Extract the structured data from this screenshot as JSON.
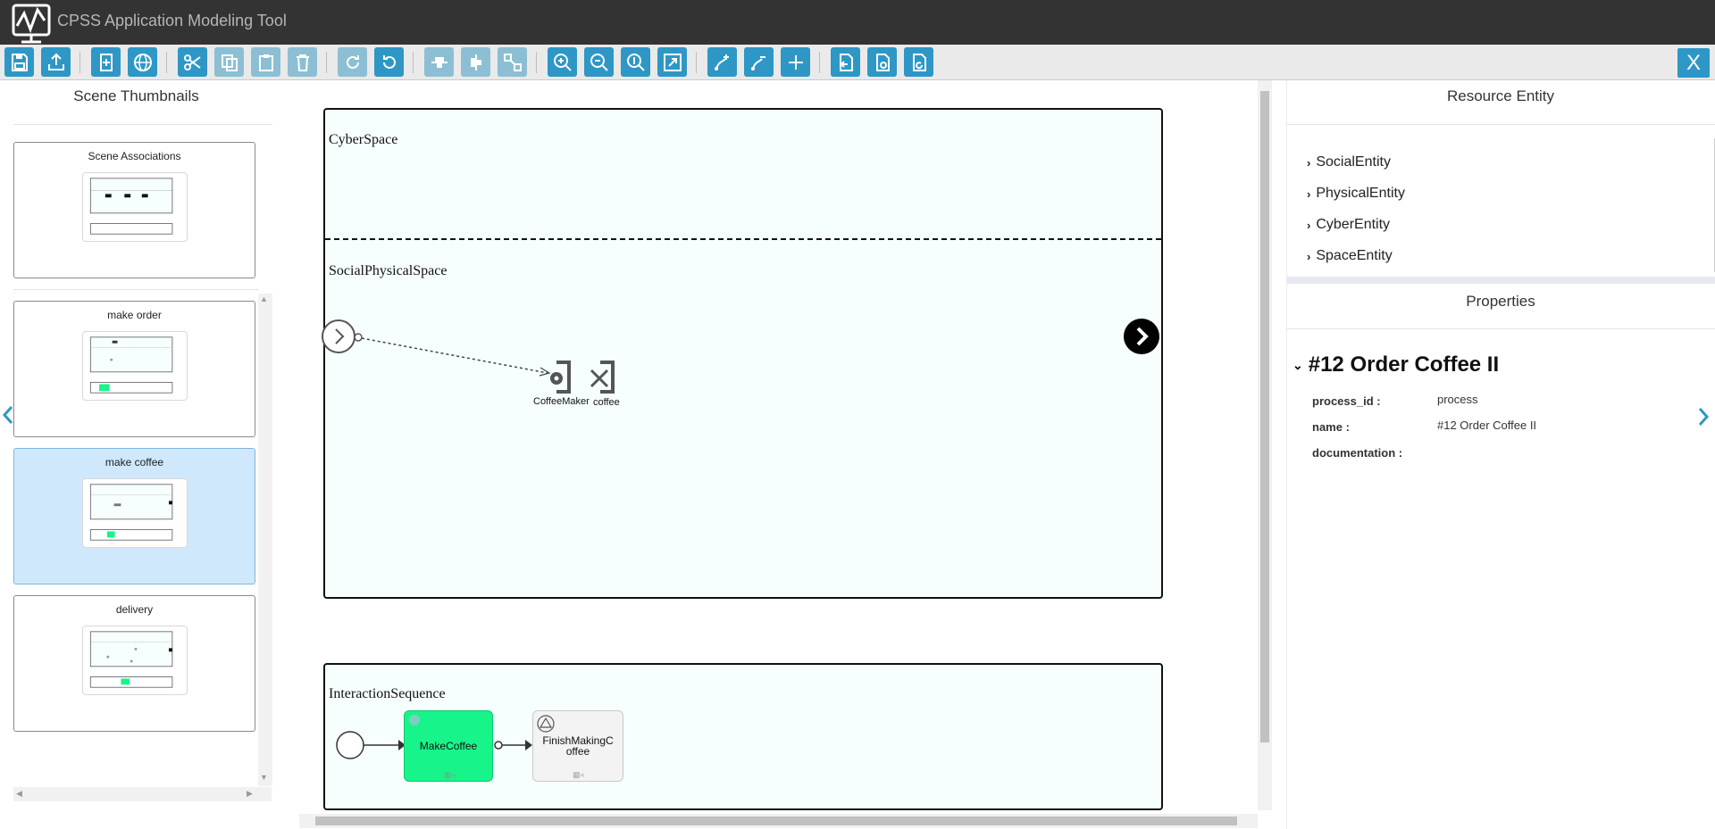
{
  "app": {
    "title": "CPSS Application Modeling Tool"
  },
  "toolbar": {
    "buttons": [
      "save-icon",
      "upload-icon",
      "add-page-icon",
      "global-icon",
      "cut-icon",
      "copy-icon",
      "paste-icon",
      "delete-icon",
      "redo-icon",
      "undo-icon",
      "align-center-icon",
      "align-middle-icon",
      "fit-icon",
      "zoom-in-icon",
      "zoom-out-icon",
      "zoom-actual-icon",
      "fit-screen-icon",
      "edge-add-icon",
      "edge-remove-icon",
      "plus-icon",
      "import-file-icon",
      "export-file-icon",
      "refresh-file-icon"
    ],
    "close_label": "X"
  },
  "left_panel": {
    "title": "Scene Thumbnails",
    "scenes": [
      {
        "label": "Scene Associations"
      },
      {
        "label": "make order"
      },
      {
        "label": "make coffee"
      },
      {
        "label": "delivery"
      }
    ]
  },
  "canvas": {
    "lanes": {
      "cyber": "CyberSpace",
      "social": "SocialPhysicalSpace",
      "interaction": "InteractionSequence"
    },
    "nodes": {
      "coffee_maker": "CoffeeMaker",
      "coffee": "coffee"
    },
    "tasks": [
      {
        "label": "MakeCoffee",
        "color": "#17f58a"
      },
      {
        "label": "FinishMakingCoffee",
        "line1": "FinishMakingC",
        "line2": "offee",
        "color": "#f3f3f3"
      }
    ]
  },
  "right_panel": {
    "resource_title": "Resource Entity",
    "entities": [
      "SocialEntity",
      "PhysicalEntity",
      "CyberEntity",
      "SpaceEntity"
    ],
    "properties_title": "Properties",
    "process_title": "#12 Order Coffee II",
    "props": [
      {
        "key": "process_id :",
        "value": "process"
      },
      {
        "key": "name :",
        "value": "#12 Order Coffee II"
      },
      {
        "key": "documentation :",
        "value": ""
      }
    ]
  },
  "colors": {
    "accent": "#2e97c6",
    "titlebar": "#333333",
    "selected": "#cfe8fc",
    "active_task": "#17f58a"
  }
}
